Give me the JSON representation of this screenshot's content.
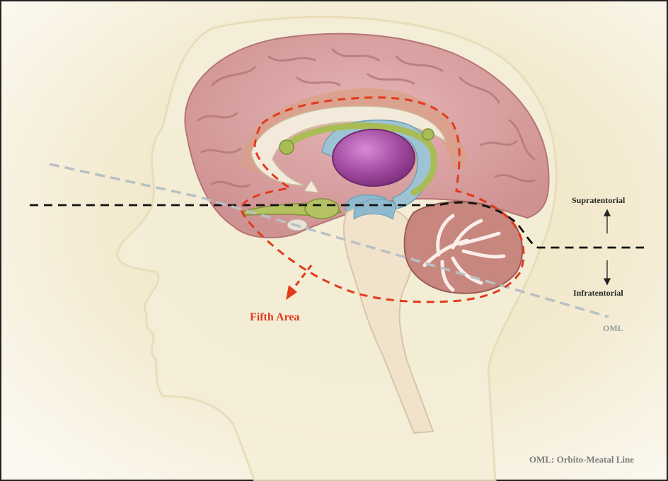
{
  "labels": {
    "supratentorial": "Supratentorial",
    "infratentorial": "Infratentorial",
    "oml": "OML",
    "fifth_area": "Fifth Area",
    "legend": "OML: Orbito-Meatal Line"
  },
  "colors": {
    "background_warm": "#f1e7c8",
    "head_silhouette": "#f6efd9",
    "cerebrum": "#d9a3a3",
    "cerebrum_fold": "#b97878",
    "corpus_callosum": "#f4ecdc",
    "ventricle": "#9fc3d4",
    "thalamus": "#a04a9e",
    "fornix": "#aabf5a",
    "cerebellum": "#c98a82",
    "brainstem": "#f0e3cc",
    "fifth_area_dash": "#e23a1c",
    "tentorium_line": "#111111",
    "oml_line": "#b9c0c3",
    "legend_text": "#7d7d7d"
  }
}
